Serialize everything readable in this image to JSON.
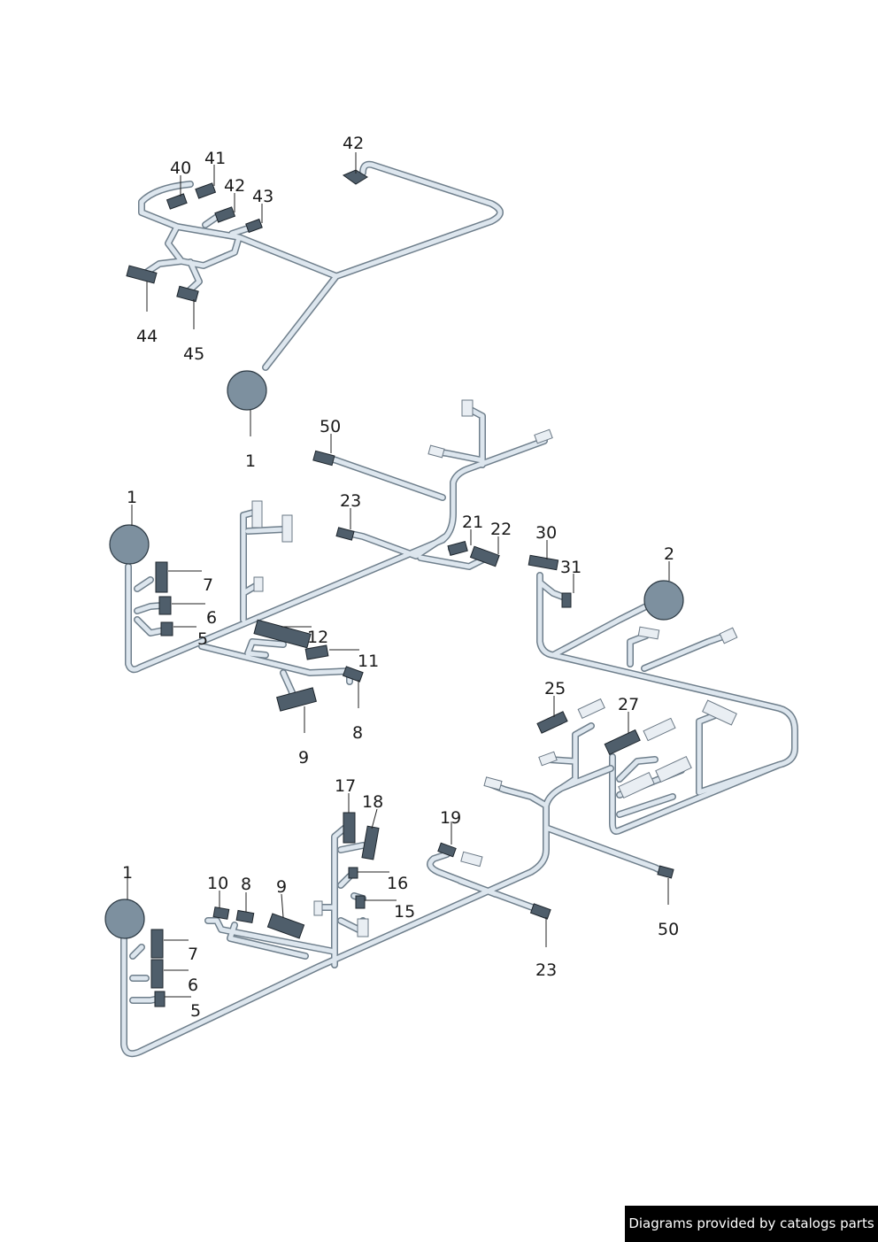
{
  "labels": {
    "l42a": "42",
    "l40": "40",
    "l41": "41",
    "l42b": "42",
    "l43": "43",
    "l44": "44",
    "l45": "45",
    "l1a": "1",
    "l50a": "50",
    "l23a": "23",
    "l21": "21",
    "l22": "22",
    "l1b": "1",
    "l7a": "7",
    "l6a": "6",
    "l5a": "5",
    "l12": "12",
    "l11": "11",
    "l8a": "8",
    "l9a": "9",
    "l30": "30",
    "l31": "31",
    "l2": "2",
    "l25": "25",
    "l27": "27",
    "l17": "17",
    "l18": "18",
    "l19": "19",
    "l16": "16",
    "l15": "15",
    "l10": "10",
    "l8b": "8",
    "l9b": "9",
    "l1c": "1",
    "l7b": "7",
    "l6b": "6",
    "l5b": "5",
    "l50b": "50",
    "l23b": "23"
  },
  "footer": {
    "text": "Diagrams provided by catalogs parts"
  }
}
